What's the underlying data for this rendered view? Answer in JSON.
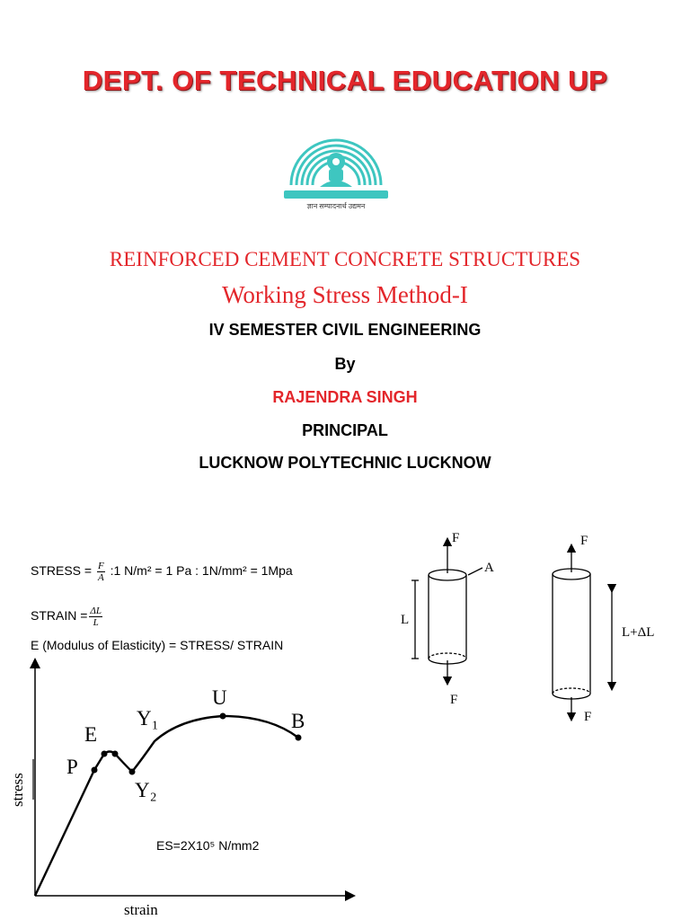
{
  "header": {
    "title": "DEPT. OF TECHNICAL  EDUCATION UP",
    "logo_caption": "ज्ञान सम्पादनार्थ उद्यमन"
  },
  "course": {
    "subject": "REINFORCED CEMENT CONCRETE STRUCTURES",
    "method": "Working Stress Method-I",
    "semester": "IV SEMESTER CIVIL ENGINEERING",
    "by": "By",
    "author": "RAJENDRA SINGH",
    "designation": "PRINCIPAL",
    "institute": "LUCKNOW POLYTECHNIC LUCKNOW"
  },
  "formulas": {
    "stress_label": "STRESS = ",
    "stress_num": "F",
    "stress_den": "A",
    "stress_units": " :1 N/m² = 1 Pa :  1N/mm² = 1Mpa",
    "strain_label": "STRAIN =",
    "strain_num": "ΔL",
    "strain_den": "L",
    "modulus": "E (Modulus of Elasticity) = STRESS/ STRAIN"
  },
  "graph": {
    "xlabel": "strain",
    "ylabel": "stress",
    "points": {
      "P": "P",
      "E": "E",
      "Y1": "Y₁",
      "Y2": "Y₂",
      "U": "U",
      "B": "B"
    },
    "es_label": "ES=2X10⁵ N/mm2"
  },
  "cylinders": {
    "force": "F",
    "area": "A",
    "length": "L",
    "elongated_length": "L+ΔL"
  },
  "colors": {
    "red": "#e3262b",
    "logo": "#3ec6c0"
  }
}
